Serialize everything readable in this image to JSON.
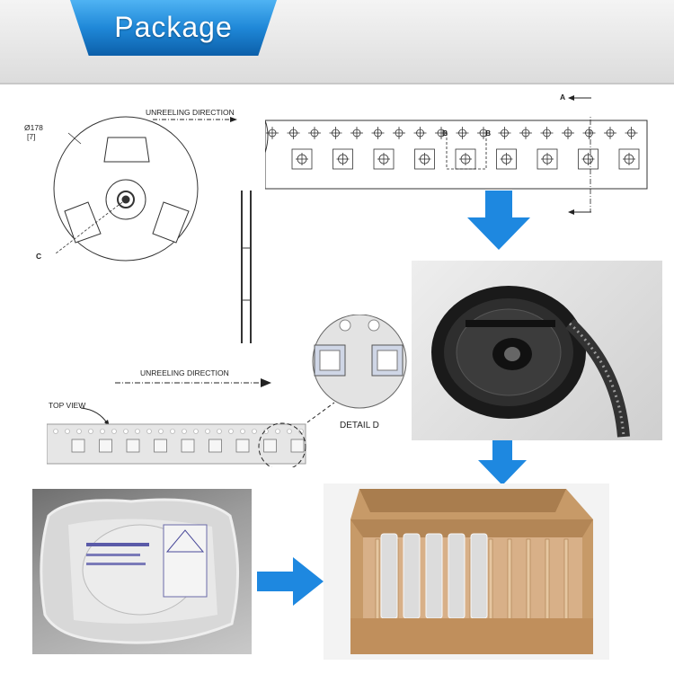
{
  "header": {
    "title": "Package"
  },
  "diagram": {
    "reel_diameter_label": "Ø178",
    "reel_diameter_inch_label": "[7]",
    "reel_callout_c": "C",
    "unreeling_direction_top": "UNREELING DIRECTION",
    "unreeling_direction_bottom": "UNREELING DIRECTION",
    "section_a_label": "A",
    "section_b_left": "B",
    "section_b_right": "B",
    "top_view_label": "TOP VIEW",
    "detail_label": "DETAIL D"
  },
  "colors": {
    "header_tab": "#1f88d8",
    "flow_arrow": "#1e88e0",
    "tape_fill": "#e6e6e6",
    "cardboard": "#c79a68"
  },
  "photos": {
    "reel_photo": "black tape reel with carrier tape",
    "bag_photo": "sealed anti-static moisture barrier bag",
    "box_photo": "cardboard carton with divided compartments"
  }
}
